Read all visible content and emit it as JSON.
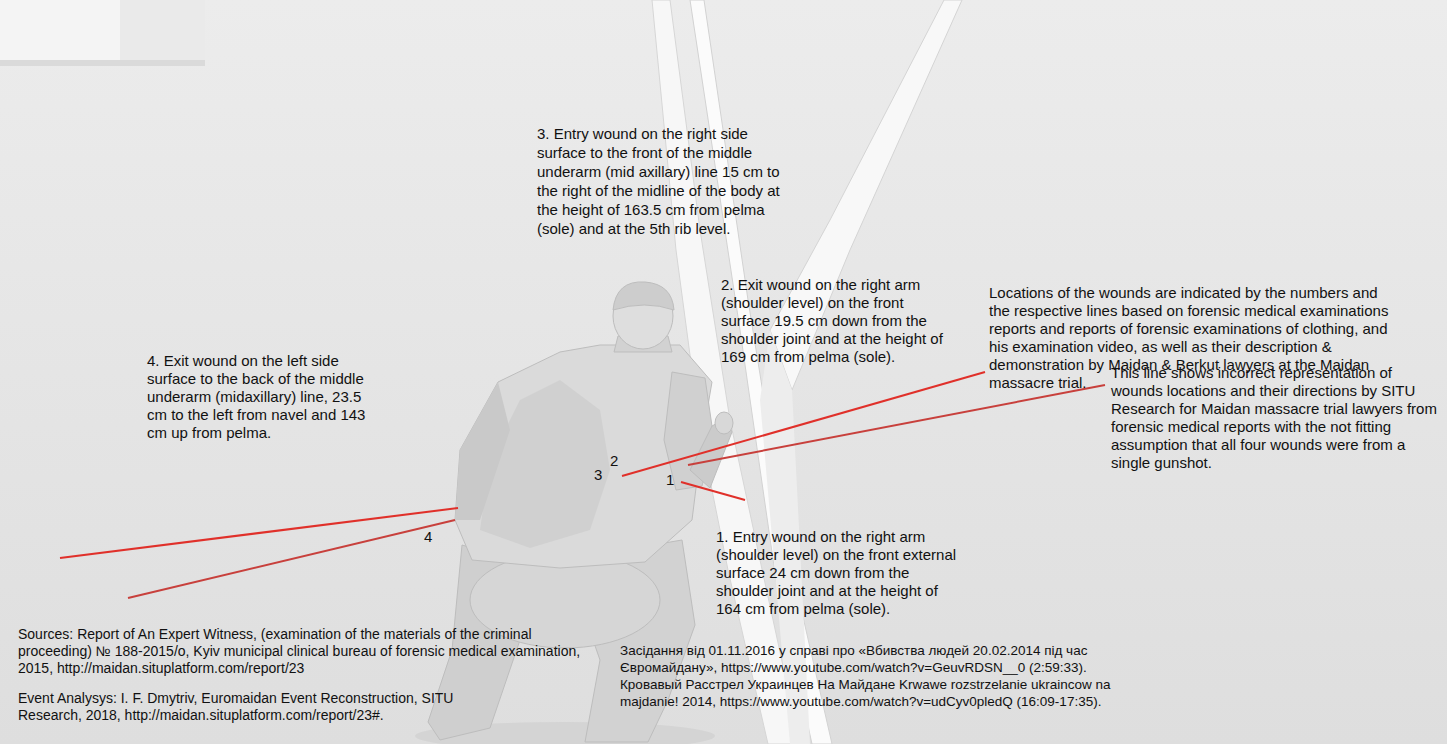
{
  "diagram": {
    "labels": [
      "3. Entry wound on the right side surface to the front of the middle underarm (mid axillary) line 15 cm to the right of the midline of the body at the height of 163.5 cm from pelma (sole) and at the 5th rib level.",
      "2. Exit wound on the right arm (shoulder level) on the front surface 19.5 cm down from the shoulder joint and at the height of 169 cm from pelma (sole).",
      "Locations of the wounds are indicated by the numbers and the respective lines based on forensic medical examinations reports and reports of forensic examinations of clothing, and his examination video, as well as their description & demonstration by Maidan & Berkut lawyers at the Maidan massacre trial.",
      "4. Exit wound on the left side surface to the back of the middle underarm (midaxillary) line, 23.5 cm to the left from navel and 143 cm up from pelma.",
      "This line shows incorrect representation of wounds locations and their directions by SITU Research for Maidan massacre trial lawyers from forensic medical reports with the not fitting assumption that all four wounds were from a single gunshot.",
      "3",
      "2",
      "1",
      "4",
      "1. Entry wound on the right arm (shoulder level) on the front external surface 24 cm down from the shoulder joint and at the height of 164 cm from pelma (sole).",
      "Sources: Report of An Expert Witness, (examination of the materials of the criminal proceeding) № 188-2015/о, Kyiv municipal clinical bureau of forensic medical examination, 2015, http://maidan.situplatform.com/report/23",
      "Event Analysys: I. F. Dmytriv, Euromaidan Event Reconstruction, SITU Research, 2018, http://maidan.situplatform.com/report/23#.",
      "Засідання від 01.11.2016 у справі про «Вбивства людей 20.02.2014 під час Євромайдану», https://www.youtube.com/watch?v=GeuvRDSN__0 (2:59:33).",
      "Кровавый Расстрел Украинцев На Майдане Krwawe rozstrzelanie ukraincow na majdanie! 2014, https://www.youtube.com/watch?v=udCyv0pledQ (16:09-17:35)."
    ]
  }
}
